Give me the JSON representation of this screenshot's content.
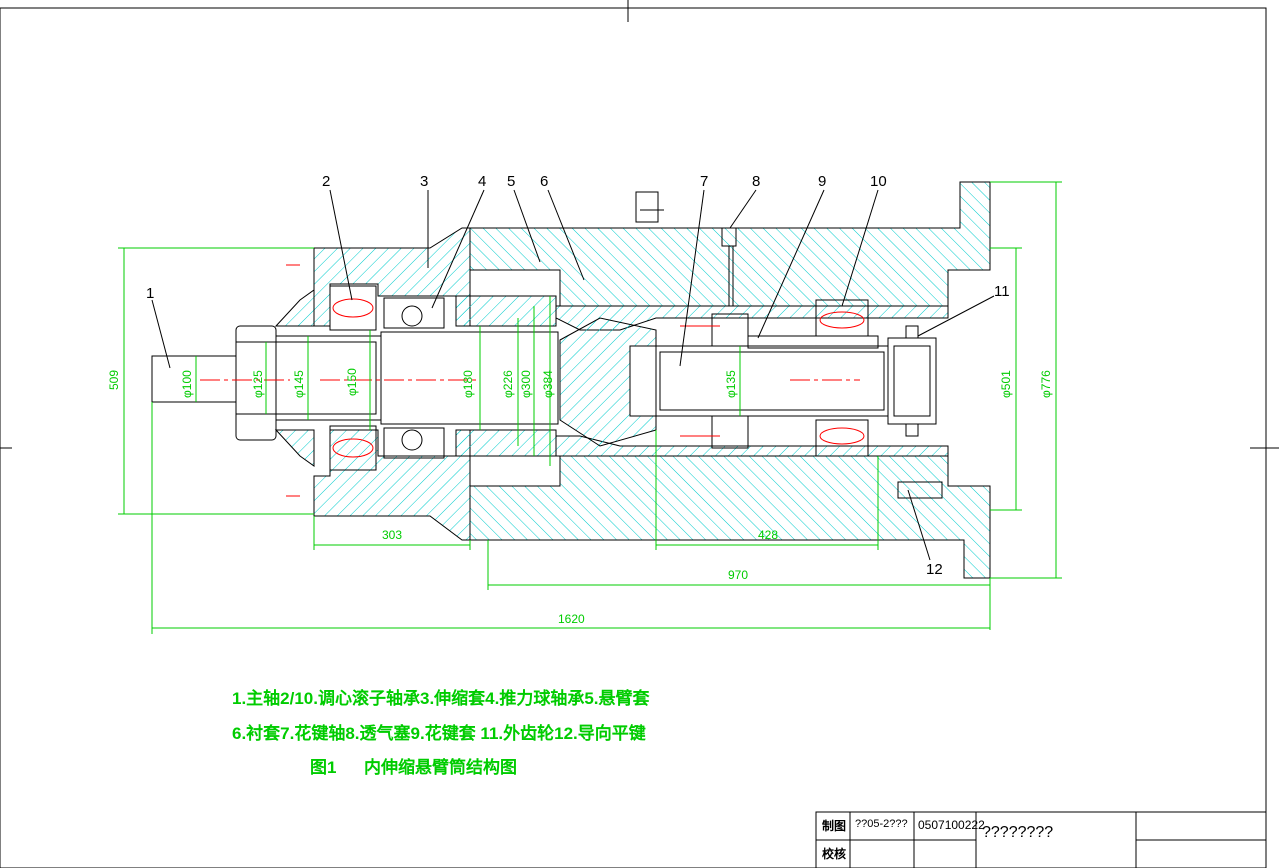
{
  "legend": {
    "line1": "1.主轴2/10.调心滚子轴承3.伸缩套4.推力球轴承5.悬臂套",
    "line2": "6.衬套7.花键轴8.透气塞9.花键套 11.外齿轮12.导向平键",
    "fig_label": "图1",
    "fig_title": "内伸缩悬臂筒结构图"
  },
  "part_numbers": [
    "1",
    "2",
    "3",
    "4",
    "5",
    "6",
    "7",
    "8",
    "9",
    "10",
    "11",
    "12"
  ],
  "dimensions": {
    "d100": "φ100",
    "d125": "φ125",
    "d145": "φ145",
    "d150": "φ150",
    "d180": "φ180",
    "d226": "φ226",
    "d300": "φ300",
    "d384": "φ384",
    "d135": "φ135",
    "d501": "φ501",
    "d776": "φ776",
    "h509": "509",
    "l303": "303",
    "l428": "428",
    "l970": "970",
    "l1620": "1620"
  },
  "title_block": {
    "row1_label": "制图",
    "row2_label": "校核",
    "name_field": "??05-2???",
    "number_field": "0507100222",
    "title_field": "????????"
  },
  "colors": {
    "outline": "#000000",
    "hatch": "#00cccc",
    "dimension": "#00cc00",
    "center": "#ff0000"
  }
}
